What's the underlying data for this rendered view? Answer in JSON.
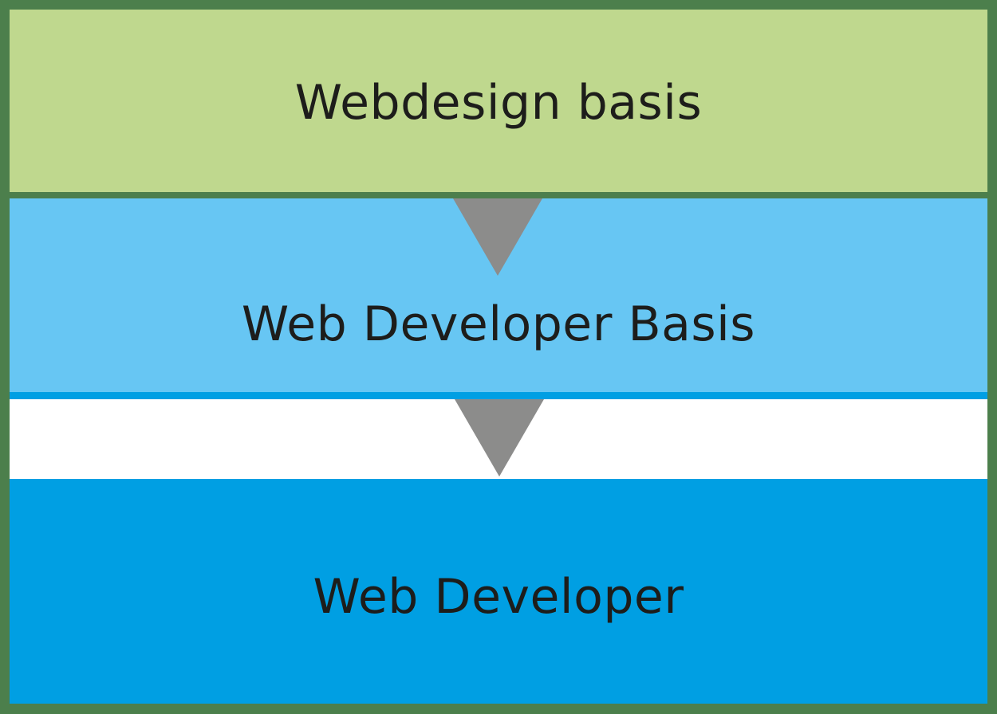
{
  "diagram": {
    "stages": [
      {
        "label": "Webdesign basis",
        "color": "#bfd88e"
      },
      {
        "label": "Web Developer Basis",
        "color": "#67c6f3"
      },
      {
        "label": "Web Developer",
        "color": "#009fe3"
      }
    ],
    "frame_color": "#4c7f4c",
    "arrow_color": "#8c8c8b",
    "arrows": [
      {
        "from": 0,
        "to": 1
      },
      {
        "from": 1,
        "to": 2
      }
    ]
  }
}
